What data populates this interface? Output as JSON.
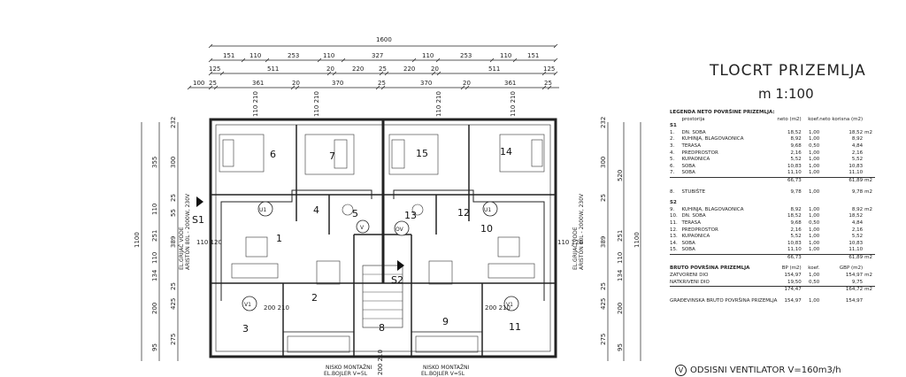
{
  "title": "TLOCRT  PRIZEMLJA",
  "scale": "m 1:100",
  "top_dims": {
    "overall": "1600",
    "row1": [
      "151",
      "110",
      "253",
      "110",
      "327",
      "110",
      "253",
      "110",
      "151"
    ],
    "row2": [
      "125",
      "511",
      "20",
      "220",
      "25",
      "220",
      "20",
      "511",
      "125"
    ],
    "row3": [
      "100",
      "25",
      "361",
      "20",
      "370",
      "25",
      "370",
      "20",
      "361",
      "25"
    ]
  },
  "left_dims": {
    "overall": "1100",
    "outer": [
      "355",
      "110",
      "251",
      "110",
      "134",
      "200",
      "95"
    ],
    "inner": [
      "232",
      "300",
      "25",
      "55",
      "389",
      "25",
      "425",
      "275"
    ]
  },
  "right_dims": {
    "overall": "1100",
    "outer": [
      "520",
      "251",
      "110",
      "134",
      "200",
      "95"
    ],
    "inner": [
      "232",
      "300",
      "25",
      "389",
      "25",
      "425",
      "275"
    ]
  },
  "openings": {
    "top": [
      "110 210",
      "110 210",
      "110 210",
      "110 210"
    ],
    "side": [
      "110 120",
      "110 120"
    ],
    "doors": [
      "200 210",
      "200 210"
    ],
    "bottom": "200 210"
  },
  "rooms": [
    "6",
    "7",
    "15",
    "14",
    "4",
    "5",
    "13",
    "12",
    "1",
    "10",
    "2",
    "8",
    "9",
    "3",
    "11"
  ],
  "section_marks": [
    "S1",
    "S2"
  ],
  "symbols": [
    "U1",
    "U1",
    "V",
    "OV",
    "V1",
    "V1"
  ],
  "annotations": {
    "boiler_left": [
      "NISKO MONTAŽNI",
      "EL.BOJLER V=5L"
    ],
    "boiler_right": [
      "NISKO MONTAŽNI",
      "EL.BOJLER V=5L"
    ],
    "heater_left": [
      "EL.GRIJAČ VODE",
      "ARISTON 80L - 2000W, 230V"
    ],
    "heater_right": [
      "EL.GRIJAČ VODE",
      "ARISTON 80L - 2000W, 230V"
    ]
  },
  "legend": {
    "title": "LEGENDA NETO POVRŠINE PRIZEMLJA:",
    "col_room": "prostorija",
    "col_m2": "neto (m2)",
    "col_koef": "koef.",
    "col_net": "neto korisna (m2)",
    "s1_label": "S1",
    "s1_rows": [
      [
        "1.",
        "DN. SOBA",
        "18,52",
        "1,00",
        "18,52",
        "m2"
      ],
      [
        "2.",
        "KUHINJA, BLAGOVAONICA",
        "8,92",
        "1,00",
        "8,92",
        ""
      ],
      [
        "3.",
        "TERASA",
        "9,68",
        "0,50",
        "4,84",
        ""
      ],
      [
        "4.",
        "PREDPROSTOR",
        "2,16",
        "1,00",
        "2,16",
        ""
      ],
      [
        "5.",
        "KUPAONICA",
        "5,52",
        "1,00",
        "5,52",
        ""
      ],
      [
        "6.",
        "SOBA",
        "10,83",
        "1,00",
        "10,83",
        ""
      ],
      [
        "7.",
        "SOBA",
        "11,10",
        "1,00",
        "11,10",
        ""
      ]
    ],
    "s1_total": [
      "66,73",
      "61,89",
      "m2"
    ],
    "stair": [
      "8.",
      "STUBIŠTE",
      "9,78",
      "1,00",
      "9,78",
      "m2"
    ],
    "s2_label": "S2",
    "s2_rows": [
      [
        "9.",
        "KUHINJA, BLAGOVAONICA",
        "8,92",
        "1,00",
        "8,92",
        "m2"
      ],
      [
        "10.",
        "DN. SOBA",
        "18,52",
        "1,00",
        "18,52",
        ""
      ],
      [
        "11.",
        "TERASA",
        "9,68",
        "0,50",
        "4,84",
        ""
      ],
      [
        "12.",
        "PREDPROSTOR",
        "2,16",
        "1,00",
        "2,16",
        ""
      ],
      [
        "13.",
        "KUPAONICA",
        "5,52",
        "1,00",
        "5,52",
        ""
      ],
      [
        "14.",
        "SOBA",
        "10,83",
        "1,00",
        "10,83",
        ""
      ],
      [
        "15.",
        "SOBA",
        "11,10",
        "1,00",
        "11,10",
        ""
      ]
    ],
    "s2_total": [
      "66,73",
      "61,89",
      "m2"
    ],
    "gross_title": "BRUTO POVRŠINA PRIZEMLJA",
    "gross_cols": [
      "BP (m2)",
      "koef.",
      "GBP (m2)"
    ],
    "gross_rows": [
      [
        "ZATVORENI DIO",
        "154,97",
        "1,00",
        "154,97",
        "m2"
      ],
      [
        "NATKRIVENI DIO",
        "19,50",
        "0,50",
        "9,75",
        ""
      ]
    ],
    "gross_total": [
      "174,47",
      "164,72",
      "m2"
    ],
    "build_label": "GRAĐEVINSKA BRUTO POVRŠINA PRIZEMLJA",
    "build_row": [
      "154,97",
      "1,00",
      "154,97"
    ]
  },
  "footer": {
    "symbol": "V",
    "text": "ODSISNI VENTILATOR V=160m3/h"
  }
}
